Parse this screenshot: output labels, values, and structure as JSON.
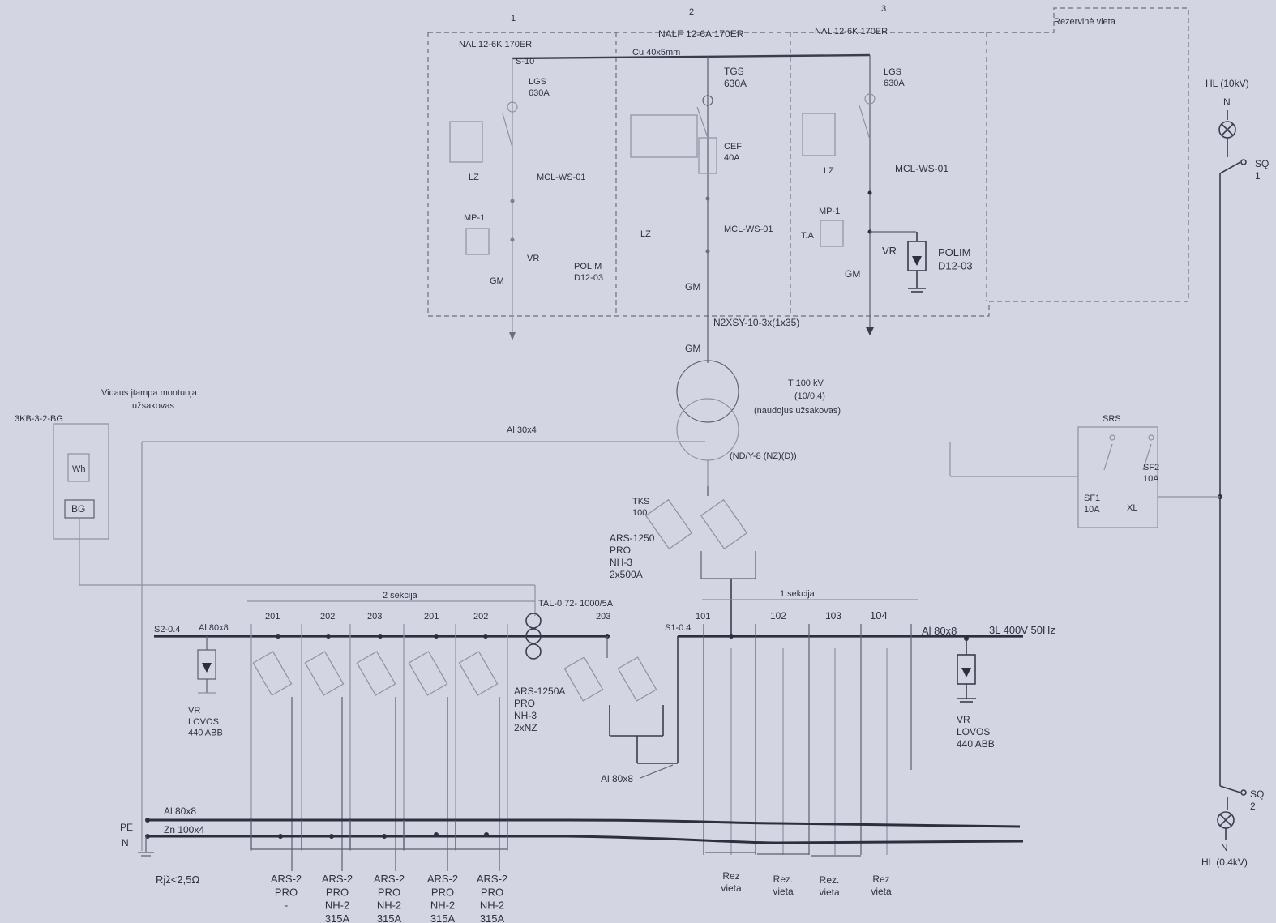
{
  "hv_panel": {
    "cell_numbers": [
      "1",
      "2",
      "3"
    ],
    "cell_types": [
      "NAL 12-6K 170ER",
      "NALF 12-6A 170ER",
      "NAL 12-6K 170ER"
    ],
    "reserve_label": "Rezervinė vieta",
    "busbar_label": "Cu 40x5mm",
    "section_label": "S-10",
    "switch_1": "LGS\n630A",
    "switch_2": "TGS\n630A",
    "switch_3": "LGS\n630A",
    "fuse_2": "CEF\n40A",
    "indicator_1": "MCL-WS-01",
    "indicator_2": "MCL-WS-01",
    "indicator_3": "MCL-WS-01",
    "earth_switch": "LZ",
    "mp_label": "MP-1",
    "ta_label": "T.A",
    "vr_label": "VR",
    "polim": "POLIM\nD12-03",
    "gm": "GM",
    "cable": "N2XSY-10-3x(1x35)"
  },
  "transformer": {
    "rating": "T 100 kV",
    "rating2": "(10/0,4)",
    "note": "(naudojus užsakovas)",
    "conn": "(ND/Y-8 (NZ)(D))"
  },
  "meter_box": {
    "title": "Vidaus įtampa montuoja",
    "title2": "užsakovas",
    "code": "3KB-3-2-BG",
    "wh": "Wh",
    "bg": "BG"
  },
  "al_top": "Al 30x4",
  "lv_board": {
    "tks": "TKS\n100",
    "main_breaker": "ARS-1250\nPRO\nNH-3\n2x500A",
    "coupler": "ARS-1250A\nPRO\nNH-3\n2xNZ",
    "coupler_bus": "Al 80x8",
    "ct_label": "TAL-0.72- 1000/5A",
    "section2_label": "2 sekcija",
    "section1_label": "1 sekcija",
    "s2": "S2-0.4",
    "s1": "S1-0.4",
    "bus_left": "Al 80x8",
    "bus_right": "Al 80x8",
    "system": "3L 400V 50Hz",
    "feeders_s2": [
      "201",
      "202",
      "203",
      "201",
      "202",
      "203"
    ],
    "feeders_s1": [
      "101",
      "102",
      "103",
      "104"
    ],
    "vr_left": "VR\nLOVOS\n440 ABB",
    "vr_right": "VR\nLOVOS\n440 ABB",
    "pe_bus": "Al 80x8",
    "n_bus": "Zn 100x4",
    "pe": "PE",
    "n": "N",
    "earth": "Rįž<2,5Ω",
    "bottom_feeders": [
      "ARS-2\nPRO\n-",
      "ARS-2\nPRO\nNH-2\n315A",
      "ARS-2\nPRO\nNH-2\n315A",
      "ARS-2\nPRO\nNH-2\n315A",
      "ARS-2\nPRO\nNH-2\n315A"
    ],
    "reserve_feeders": [
      "Rez\nvieta",
      "Rez.\nvieta",
      "Rez.\nvieta",
      "Rez\nvieta"
    ]
  },
  "signal": {
    "hl_top": "HL (10kV)",
    "n_top": "N",
    "sq1": "SQ\n1",
    "sq2": "SQ\n2",
    "n_bottom": "N",
    "hl_bottom": "HL (0.4kV)",
    "srs": "SRS",
    "sf1": "SF1\n10A",
    "sf2": "SF2\n10A",
    "xl": "XL"
  }
}
